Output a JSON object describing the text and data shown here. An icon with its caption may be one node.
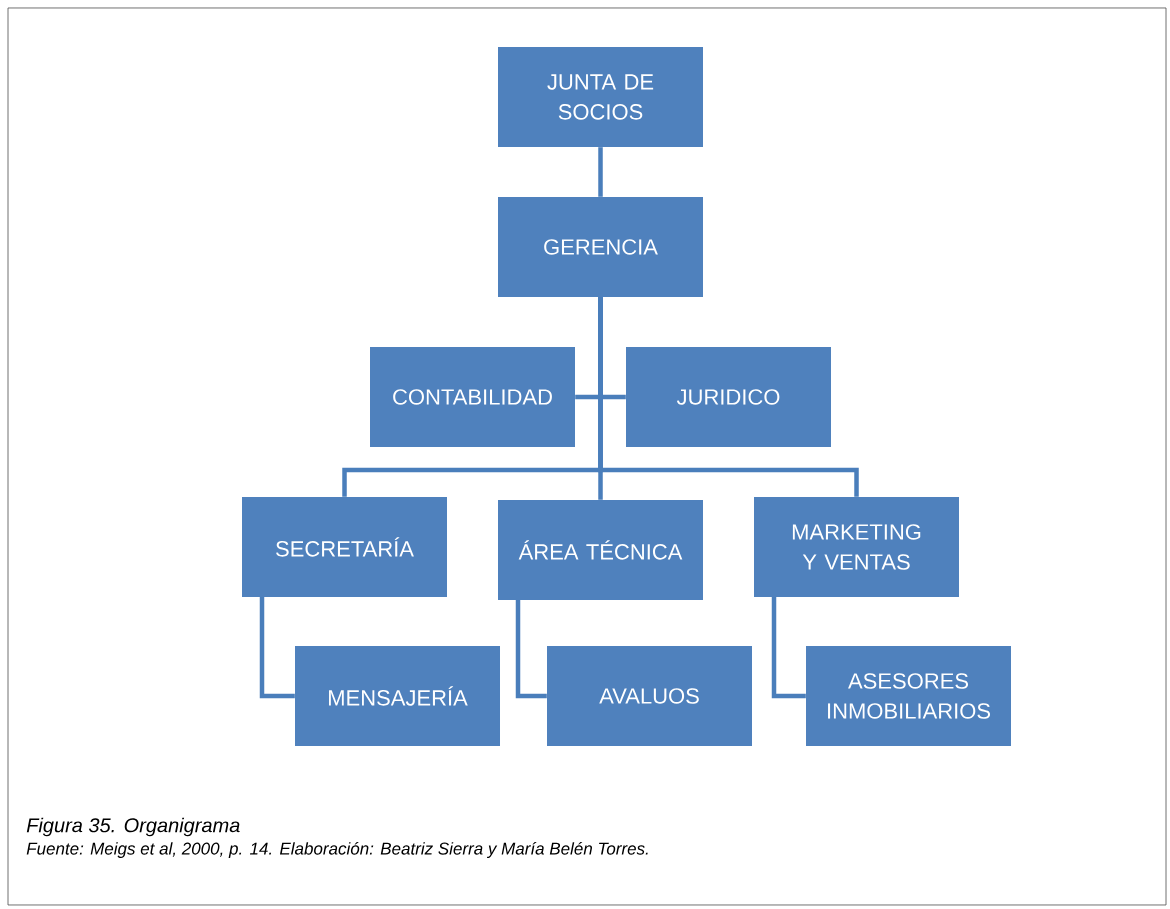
{
  "diagram": {
    "caption": "Figura 35. Organigrama",
    "nodes": [
      {
        "text": [
          "JUNTA DE SOCIOS"
        ]
      },
      {
        "text": [
          "GERENCIA"
        ]
      },
      {
        "text": [
          "CONTABILIDAD"
        ]
      },
      {
        "text": [
          "JURIDICO"
        ]
      },
      {
        "text": [
          "SECRETARÍA"
        ]
      },
      {
        "text": [
          "ÁREA TÉCNICA"
        ]
      },
      {
        "text": [
          "MARKETING  Y VENTAS"
        ]
      },
      {
        "text": [
          "MENSAJERÍA"
        ]
      },
      {
        "text": [
          "AVALUOS"
        ]
      },
      {
        "text": [
          "ASESORES INMOBILIARIOS"
        ]
      }
    ],
    "edges": [
      {
        "from": 0,
        "to": 1,
        "arrow": "none"
      },
      {
        "from": 1,
        "to": 2,
        "arrow": "none"
      },
      {
        "from": 1,
        "to": 3,
        "arrow": "none"
      },
      {
        "from": 1,
        "to": 4,
        "arrow": "none"
      },
      {
        "from": 1,
        "to": 5,
        "arrow": "none"
      },
      {
        "from": 1,
        "to": 6,
        "arrow": "none"
      },
      {
        "from": 4,
        "to": 7,
        "arrow": "none"
      },
      {
        "from": 5,
        "to": 8,
        "arrow": "none"
      },
      {
        "from": 6,
        "to": 9,
        "arrow": "none"
      }
    ],
    "labels": [
      "Fuente: Meigs et al, 2000, p. 14.  Elaboración: Beatriz Sierra y María Belén Torres."
    ]
  }
}
